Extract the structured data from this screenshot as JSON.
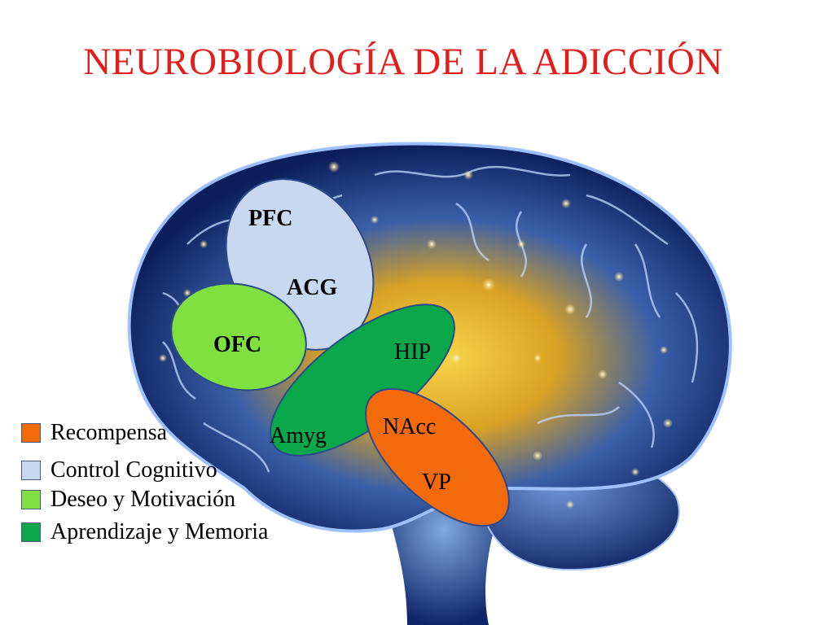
{
  "slide": {
    "title": "NEUROBIOLOGÍA DE LA ADICCIÓN",
    "title_color": "#e31c1c"
  },
  "regions": {
    "pfc_acg": {
      "labels": [
        "PFC",
        "ACG"
      ],
      "group": "Control Cognitivo",
      "color": "#c8d8f0"
    },
    "ofc": {
      "labels": [
        "OFC"
      ],
      "group": "Deseo y Motivación",
      "color": "#80e040"
    },
    "hip_amyg": {
      "labels": [
        "HIP",
        "Amyg"
      ],
      "group": "Aprendizaje y Memoria",
      "color": "#0aa84a"
    },
    "nacc_vp": {
      "labels": [
        "NAcc",
        "VP"
      ],
      "group": "Recompensa",
      "color": "#f26a0a"
    }
  },
  "legend": [
    {
      "label": "Recompensa",
      "color": "#f26a0a"
    },
    {
      "label": "Control Cognitivo",
      "color": "#c8d8f0"
    },
    {
      "label": "Deseo y Motivación",
      "color": "#80e040"
    },
    {
      "label": "Aprendizaje y Memoria",
      "color": "#0aa84a"
    }
  ],
  "background_image": {
    "subject": "glowing-brain-illustration",
    "colors": {
      "outline": "#1a3a8a",
      "glow": "#f2c030",
      "dark": "#0a1540"
    }
  }
}
